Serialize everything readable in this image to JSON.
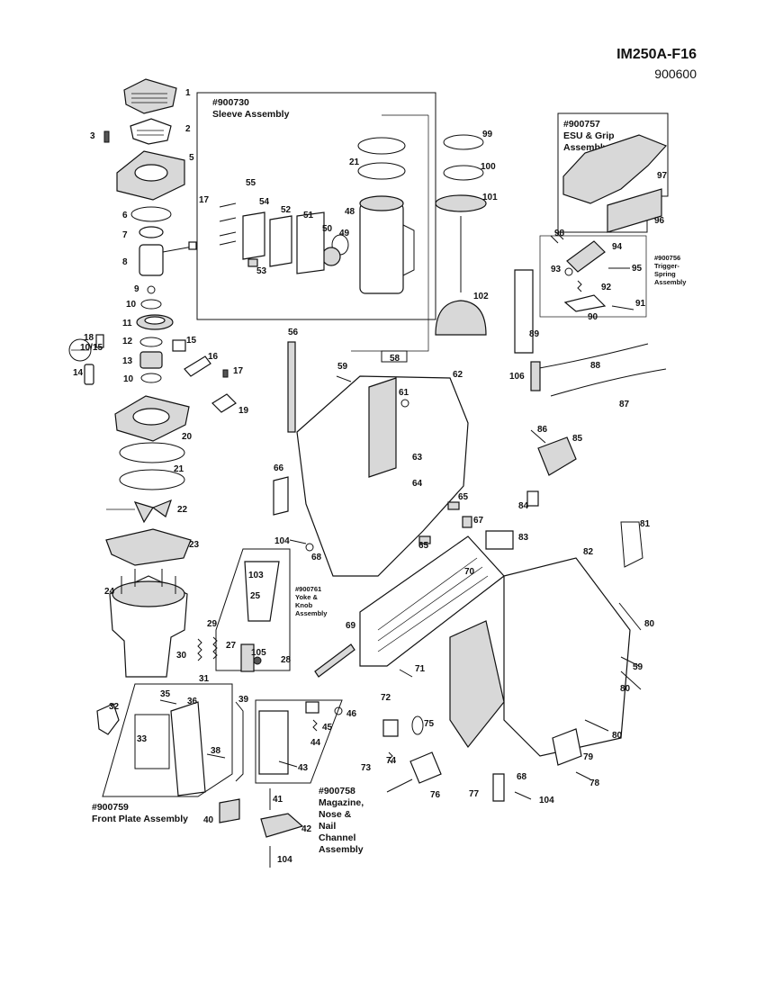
{
  "header": {
    "model": "IM250A-F16",
    "code": "900600"
  },
  "assemblies": {
    "sleeve": "#900730\nSleeve Assembly",
    "esu_grip": "#900757\nESU & Grip\nAssembly",
    "trigger_spring": "#900756\nTrigger-\nSpring\nAssembly",
    "yoke_knob": "#900761\nYoke &\nKnob\nAssembly",
    "front_plate": "#900759\nFront Plate Assembly",
    "magazine": "#900758\nMagazine,\nNose &\nNail\nChannel\nAssembly"
  },
  "callouts": [
    "1",
    "2",
    "3",
    "5",
    "6",
    "7",
    "8",
    "9",
    "10",
    "11",
    "12",
    "13",
    "10",
    "18",
    "10/15",
    "14",
    "15",
    "16",
    "17",
    "19",
    "20",
    "21",
    "22",
    "23",
    "24",
    "17",
    "55",
    "54",
    "52",
    "51",
    "50",
    "49",
    "48",
    "53",
    "21",
    "99",
    "100",
    "101",
    "102",
    "97",
    "96",
    "98",
    "94",
    "93",
    "95",
    "92",
    "91",
    "90",
    "89",
    "88",
    "87",
    "106",
    "56",
    "58",
    "59",
    "61",
    "62",
    "63",
    "64",
    "65",
    "65",
    "66",
    "67",
    "68",
    "104",
    "70",
    "69",
    "71",
    "72",
    "73",
    "74",
    "75",
    "76",
    "77",
    "81",
    "82",
    "83",
    "84",
    "85",
    "86",
    "80",
    "80",
    "80",
    "59",
    "79",
    "78",
    "68",
    "104",
    "103",
    "25",
    "27",
    "105",
    "28",
    "29",
    "30",
    "31",
    "32",
    "35",
    "36",
    "33",
    "38",
    "39",
    "40",
    "41",
    "42",
    "43",
    "44",
    "45",
    "46",
    "104"
  ]
}
